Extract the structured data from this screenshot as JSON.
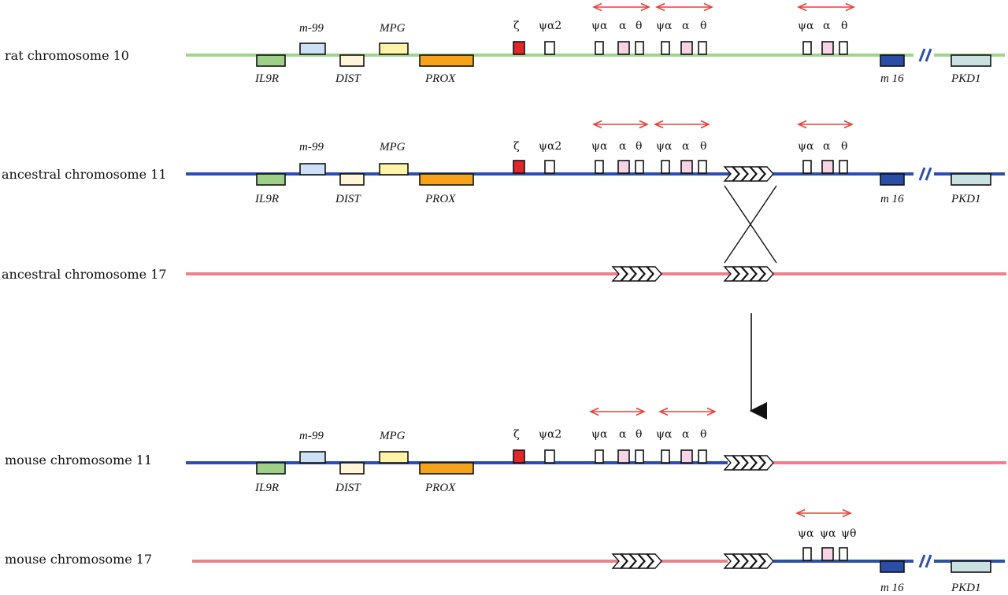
{
  "rows": {
    "r1": {
      "label": "rat chromosome 10"
    },
    "r2": {
      "label": "ancestral chromosome 11"
    },
    "r3": {
      "label": "ancestral chromosome 17"
    },
    "r4": {
      "label": "mouse chromosome 11"
    },
    "r5": {
      "label": "mouse chromosome 17"
    }
  },
  "genes": {
    "il9r": "IL9R",
    "m99": "m-99",
    "dist": "DIST",
    "mpg": "MPG",
    "prox": "PROX",
    "m16": "m 16",
    "pkd1": "PKD1"
  },
  "greek": {
    "zeta": "ζ",
    "psialpha2": "ψα2",
    "psialpha": "ψα",
    "alpha": "α",
    "theta": "θ",
    "psitheta": "ψθ"
  },
  "colors": {
    "rat_line": "#9fd68a",
    "blue_line": "#2e4fa8",
    "pink_line": "#ef7f8c",
    "il9r": "#9fd08a",
    "m99": "#cde0f5",
    "dist": "#fff5d8",
    "mpg": "#fff3a8",
    "prox": "#f7a21b",
    "zeta": "#e3262a",
    "alpha": "#f8d3e6",
    "m16": "#2a4da8",
    "pkd1": "#c9e1e1",
    "arrow_red": "#e8403a"
  }
}
